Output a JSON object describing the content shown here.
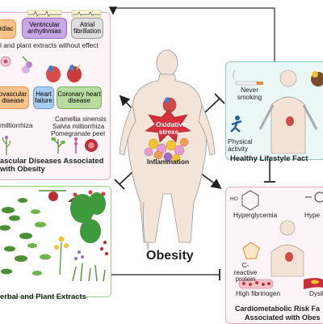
{
  "cvd_panel": {
    "title": "ascular Diseases Associated with Obesity",
    "pills": [
      "rdiac",
      "Ventricular arrhythmias",
      "Atrial fibrillation",
      "ovascular disease",
      "Heart failure",
      "Coronary heart disease"
    ],
    "without_effect": "l and plant extracts without effect",
    "herb_left": "miltiorrhiza",
    "herb_right": [
      "Camellia sinensis",
      "Salvia miltiorrhiza",
      "Pomegranate peel"
    ]
  },
  "lifestyle_panel": {
    "title": "Healthy Lifestyle Fact",
    "labels": [
      "Never smoking",
      "Physical activity"
    ]
  },
  "herbal_panel": {
    "title": "erbal and Plant Extracts"
  },
  "cardio_panel": {
    "title_line1": "Cardiometabolic Risk Fa",
    "title_line2": "Associated with Obes",
    "labels": [
      "Hyperglycemia",
      "Hype",
      "C-reactive protein",
      "High fibrinogen",
      "Dysli"
    ],
    "molecule_text": "HO"
  },
  "center": {
    "stress": "Oxidative stress",
    "inflammation": "Inflammation",
    "title": "Obesity"
  },
  "colors": {
    "panel_border": "#e6a9bf",
    "panel_fill": "#fdf4f7",
    "pill_orange": "#f6c28b",
    "pill_purple": "#c9a6e6",
    "pill_gray": "#cfcfcf",
    "pill_blue": "#a9cdef",
    "pill_green": "#b8dca0",
    "stress_red": "#d62f3a",
    "arrow": "#222222"
  }
}
